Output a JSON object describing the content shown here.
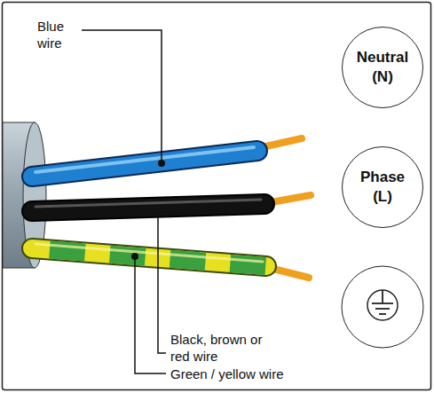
{
  "diagram": {
    "nodes": [
      {
        "text": [
          "Neutral (N)"
        ]
      },
      {
        "text": [
          "Phase (L)"
        ]
      }
    ],
    "labels": [
      "Blue wire",
      "Black, brown or red wire",
      "Green / yellow wire"
    ]
  }
}
